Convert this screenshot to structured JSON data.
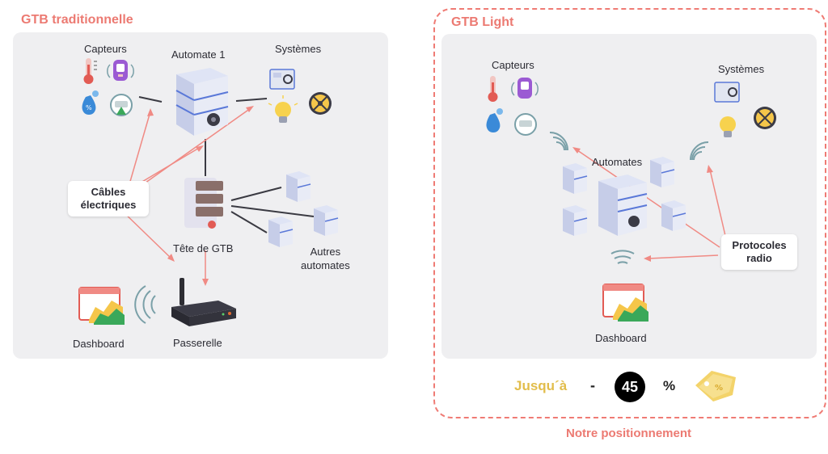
{
  "left": {
    "title": "GTB traditionnelle",
    "labels": {
      "capteurs": "Capteurs",
      "automate": "Automate 1",
      "systemes": "Systèmes",
      "cables_line1": "Câbles",
      "cables_line2": "électriques",
      "tete": "Tête de GTB",
      "autres_line1": "Autres",
      "autres_line2": "automates",
      "dashboard": "Dashboard",
      "passerelle": "Passerelle"
    }
  },
  "right": {
    "title": "GTB Light",
    "labels": {
      "capteurs": "Capteurs",
      "systemes": "Systèmes",
      "automates": "Automates",
      "protocoles_line1": "Protocoles",
      "protocoles_line2": "radio",
      "dashboard": "Dashboard"
    },
    "savings": {
      "prefix": "Jusqu´à",
      "dash": "-",
      "value": "45",
      "unit": "%"
    },
    "caption": "Notre positionnement"
  },
  "colors": {
    "accent": "#ec7a72",
    "panel": "#efeff1",
    "gold": "#e2bd4b",
    "server_blue": "#5a78d8"
  }
}
